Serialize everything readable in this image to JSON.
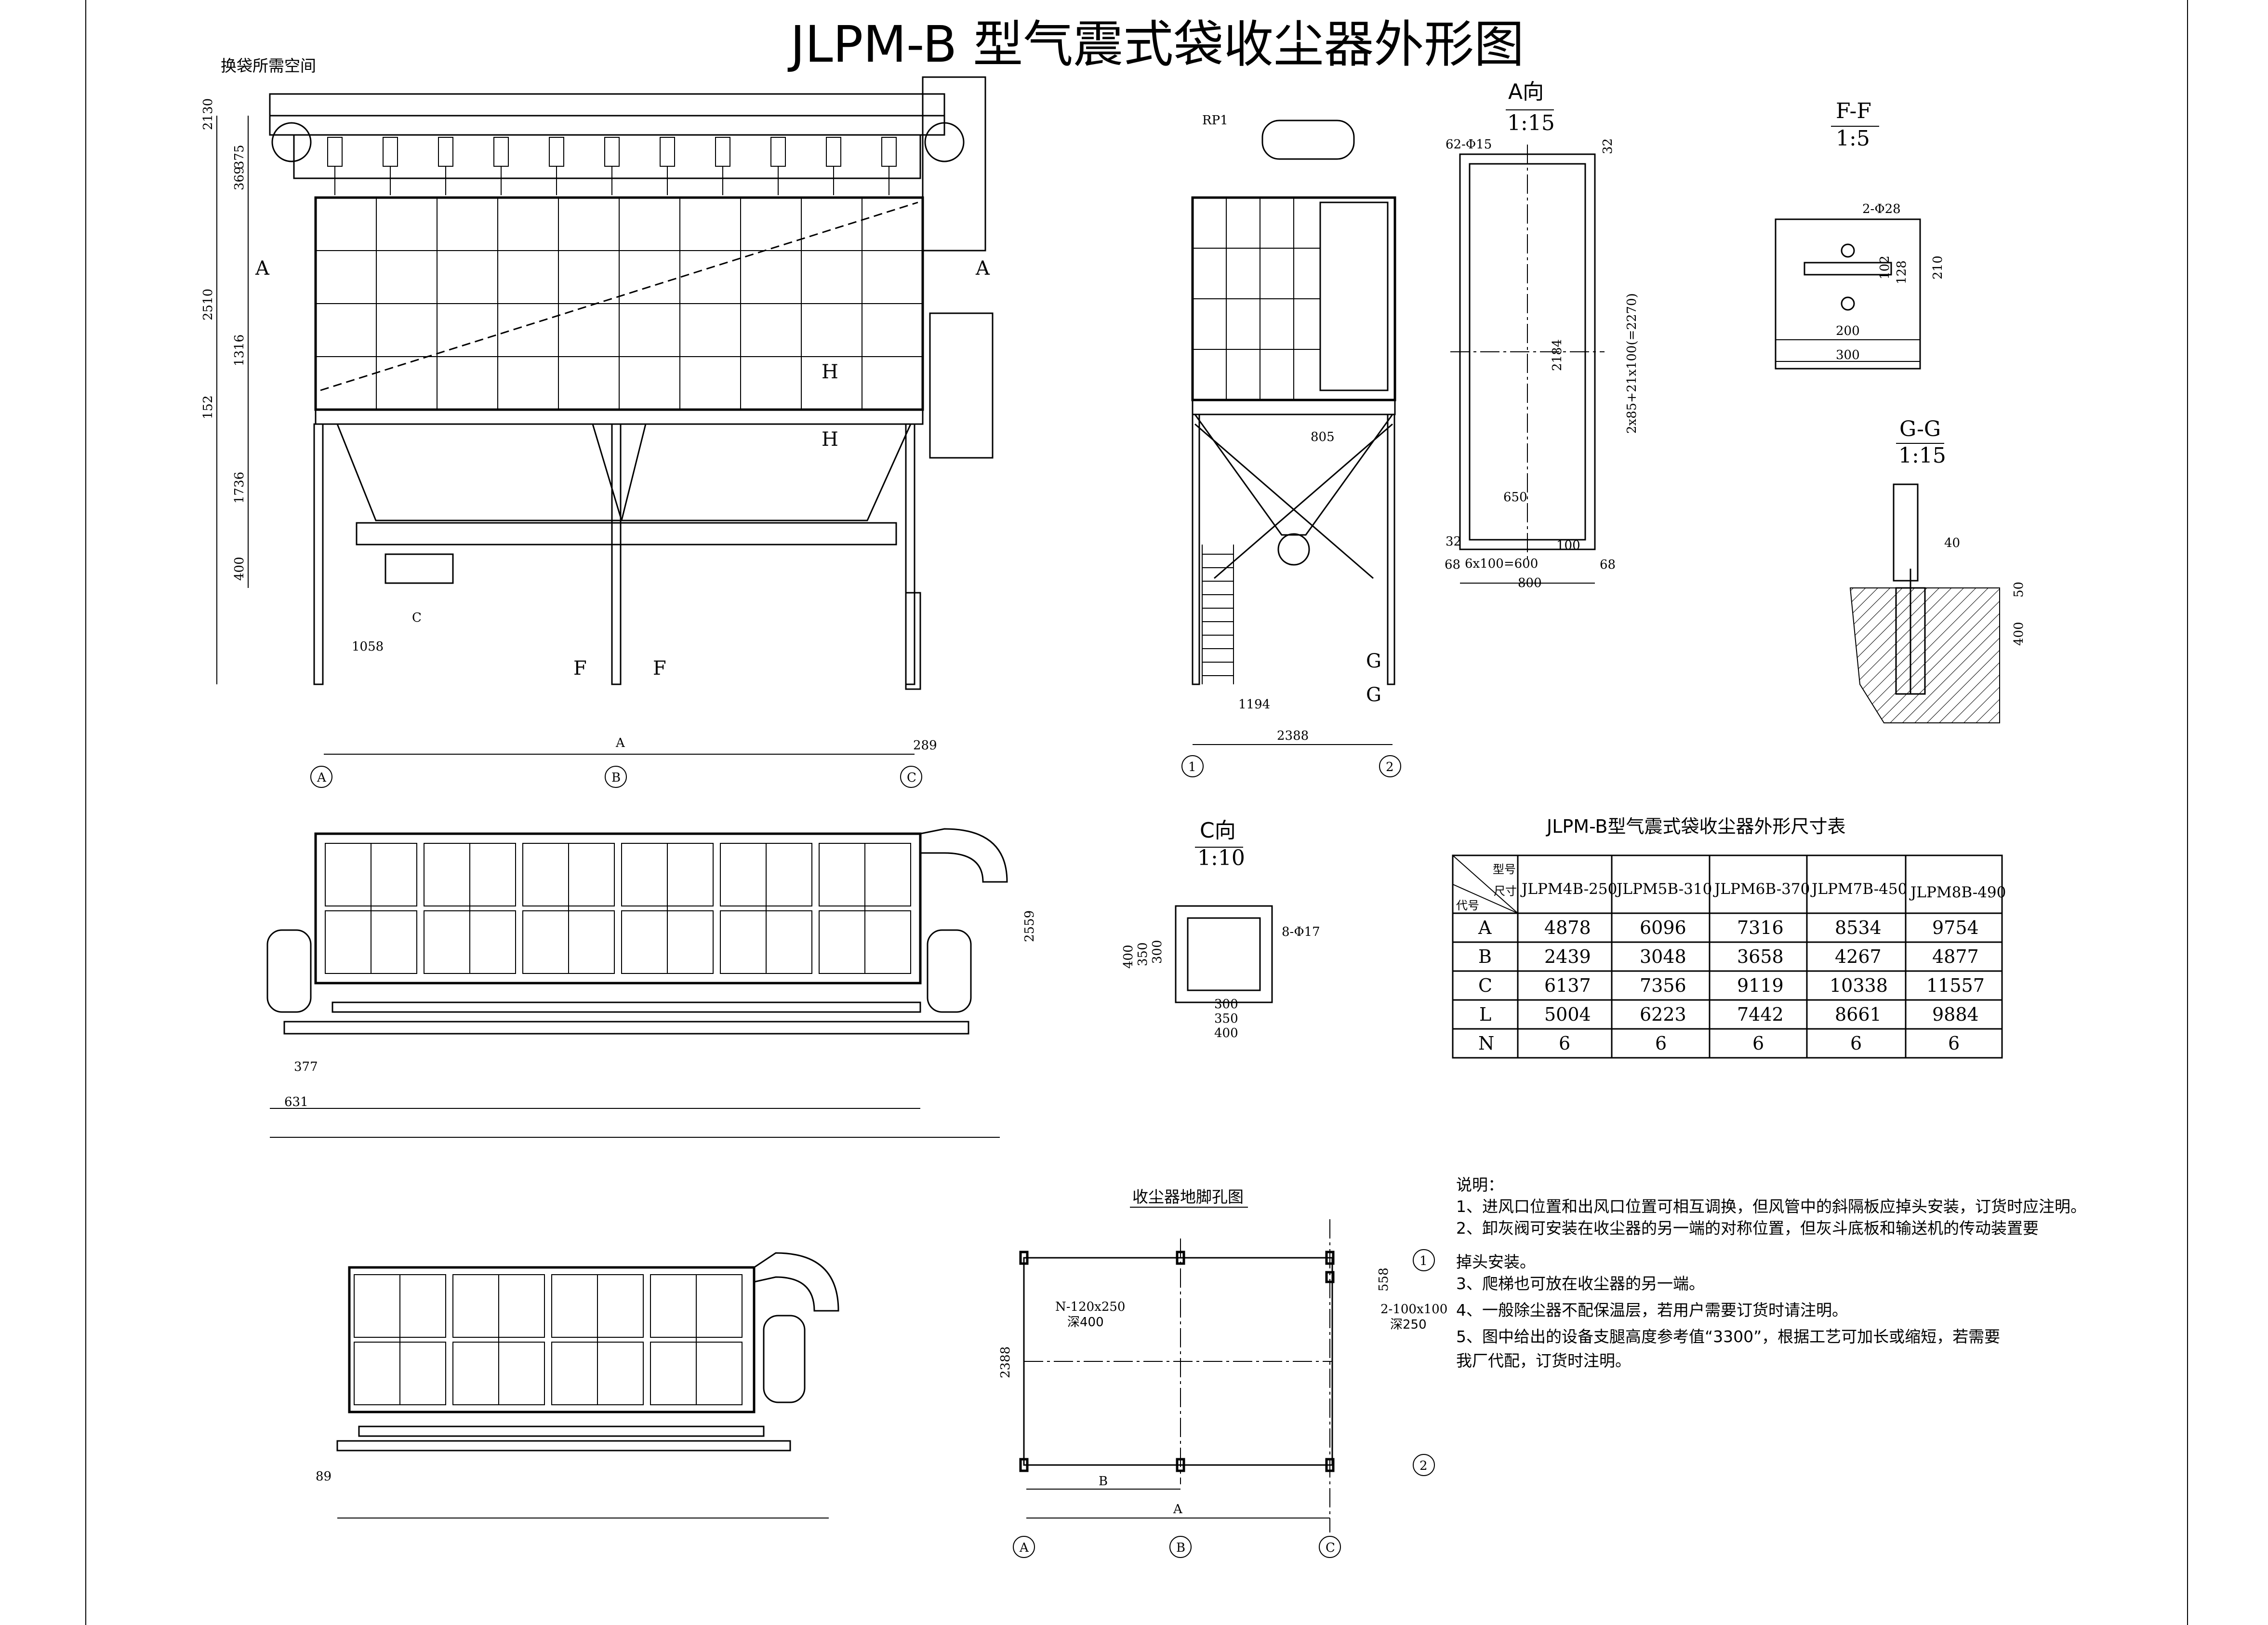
{
  "title": "JLPM-B  型气震式袋收尘器外形图",
  "front_view": {
    "note_top": "换袋所需空间",
    "dims_vertical": [
      "2130",
      "375",
      "369",
      "2510",
      "1316",
      "152",
      "1736",
      "400"
    ],
    "dims_horizontal": [
      "1058",
      "289"
    ],
    "section_marks": [
      "A",
      "A",
      "H",
      "H",
      "F",
      "F",
      "C"
    ],
    "axis_marks": [
      "A",
      "B",
      "C"
    ],
    "overall_dim": "A"
  },
  "side_view": {
    "valve_label": "RP1",
    "dims": [
      "805",
      "1194",
      "2388"
    ],
    "section_marks": [
      "G",
      "G"
    ],
    "axis_marks": [
      "1",
      "2"
    ]
  },
  "view_a": {
    "title": "A向",
    "scale": "1:15",
    "dims": [
      "62-Φ15",
      "32",
      "2184",
      "2x85+21x100(=2270)",
      "650",
      "32",
      "68",
      "6x100=600",
      "100",
      "68",
      "800"
    ]
  },
  "section_ff": {
    "title": "F-F",
    "scale": "1:5",
    "dims": [
      "2-Φ28",
      "102",
      "128",
      "210",
      "200",
      "300"
    ]
  },
  "section_gg": {
    "title": "G-G",
    "scale": "1:15",
    "dims": [
      "40",
      "50",
      "400"
    ]
  },
  "view_c": {
    "title": "C向",
    "scale": "1:10",
    "dims": [
      "8-Φ17",
      "400",
      "350",
      "300",
      "300",
      "350",
      "400"
    ]
  },
  "plan_top": {
    "dims": [
      "2559",
      "377",
      "631"
    ]
  },
  "plan_bottom": {
    "dims": [
      "89"
    ]
  },
  "foundation": {
    "title": "收尘器地脚孔图",
    "labels": [
      "N-120x250",
      "深400",
      "2-100x100",
      "深250",
      "2388",
      "558",
      "B",
      "A"
    ],
    "axis_marks": [
      "1",
      "2",
      "A",
      "B",
      "C"
    ]
  },
  "dimension_table": {
    "title": "JLPM-B型气震式袋收尘器外形尺寸表",
    "corner_top": "型号",
    "corner_mid": "尺寸",
    "corner_bottom": "代号",
    "columns": [
      "JLPM4B-250",
      "JLPM5B-310",
      "JLPM6B-370",
      "JLPM7B-450",
      "JLPM8B-490"
    ],
    "rows": [
      {
        "code": "A",
        "values": [
          "4878",
          "6096",
          "7316",
          "8534",
          "9754"
        ]
      },
      {
        "code": "B",
        "values": [
          "2439",
          "3048",
          "3658",
          "4267",
          "4877"
        ]
      },
      {
        "code": "C",
        "values": [
          "6137",
          "7356",
          "9119",
          "10338",
          "11557"
        ]
      },
      {
        "code": "L",
        "values": [
          "5004",
          "6223",
          "7442",
          "8661",
          "9884"
        ]
      },
      {
        "code": "N",
        "values": [
          "6",
          "6",
          "6",
          "6",
          "6"
        ]
      }
    ]
  },
  "notes": {
    "heading": "说明：",
    "lines": [
      "1、进风口位置和出风口位置可相互调换，但风管中的斜隔板应掉头安装，订货时应注明。",
      "2、卸灰阀可安装在收尘器的另一端的对称位置，但灰斗底板和输送机的传动装置要",
      "掉头安装。",
      "3、爬梯也可放在收尘器的另一端。",
      "4、一般除尘器不配保温层，若用户需要订货时请注明。",
      "5、图中给出的设备支腿高度参考值“3300”，根据工艺可加长或缩短，若需要",
      "我厂代配，订货时注明。"
    ]
  }
}
